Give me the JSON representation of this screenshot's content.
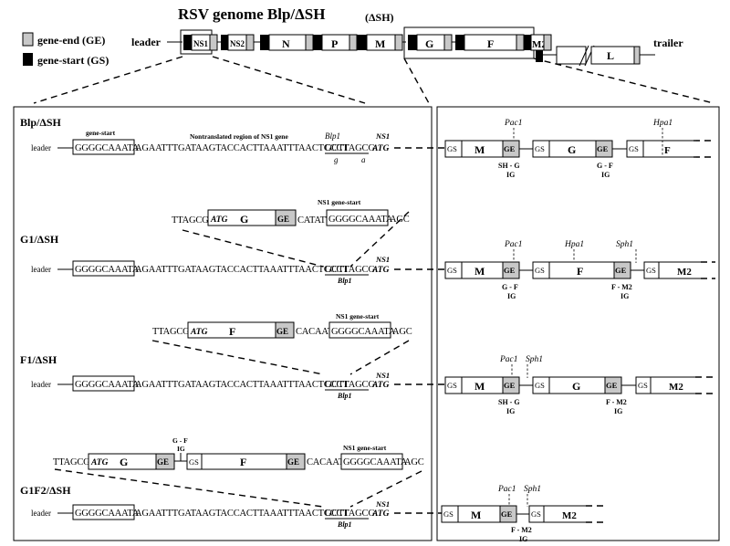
{
  "title": "RSV genome Blp/ΔSH",
  "legend": {
    "ge": "gene-end (GE)",
    "gs": "gene-start (GS)"
  },
  "genome": {
    "leader": "leader",
    "trailer": "trailer",
    "deleted": "(ΔSH)",
    "genes": [
      "NS1",
      "NS2",
      "N",
      "P",
      "M",
      "G",
      "F",
      "M2",
      "L"
    ]
  },
  "labels": {
    "GS": "GS",
    "GE": "GE",
    "M": "M",
    "G": "G",
    "F": "F",
    "M2": "M2",
    "ATG": "ATG",
    "NS1": "NS1",
    "Blp1": "Blp1",
    "Pac1": "Pac1",
    "Hpa1": "Hpa1",
    "Sph1": "Sph1",
    "IG": "IG",
    "SH-G": "SH - G",
    "G-F": "G - F",
    "F-M2": "F - M2",
    "gene_start": "gene-start",
    "ns1_gene_start": "NS1 gene-start",
    "nontranslated": "Nontranslated region of NS1 gene",
    "g": "g",
    "a": "a"
  },
  "sequences": {
    "gs_box": "GGGGCAAATA",
    "leader_seq": "AGAATTTGATAAGTACCACTTAAATTTAACTCCCT",
    "blp": "GCTTAGCG",
    "ttagcg": "TTAGCG",
    "catatt": "CATATT",
    "cacaat": "CACAAT",
    "agc": "AGC"
  },
  "constructs": [
    "Blp/ΔSH",
    "G1/ΔSH",
    "F1/ΔSH",
    "G1F2/ΔSH"
  ]
}
